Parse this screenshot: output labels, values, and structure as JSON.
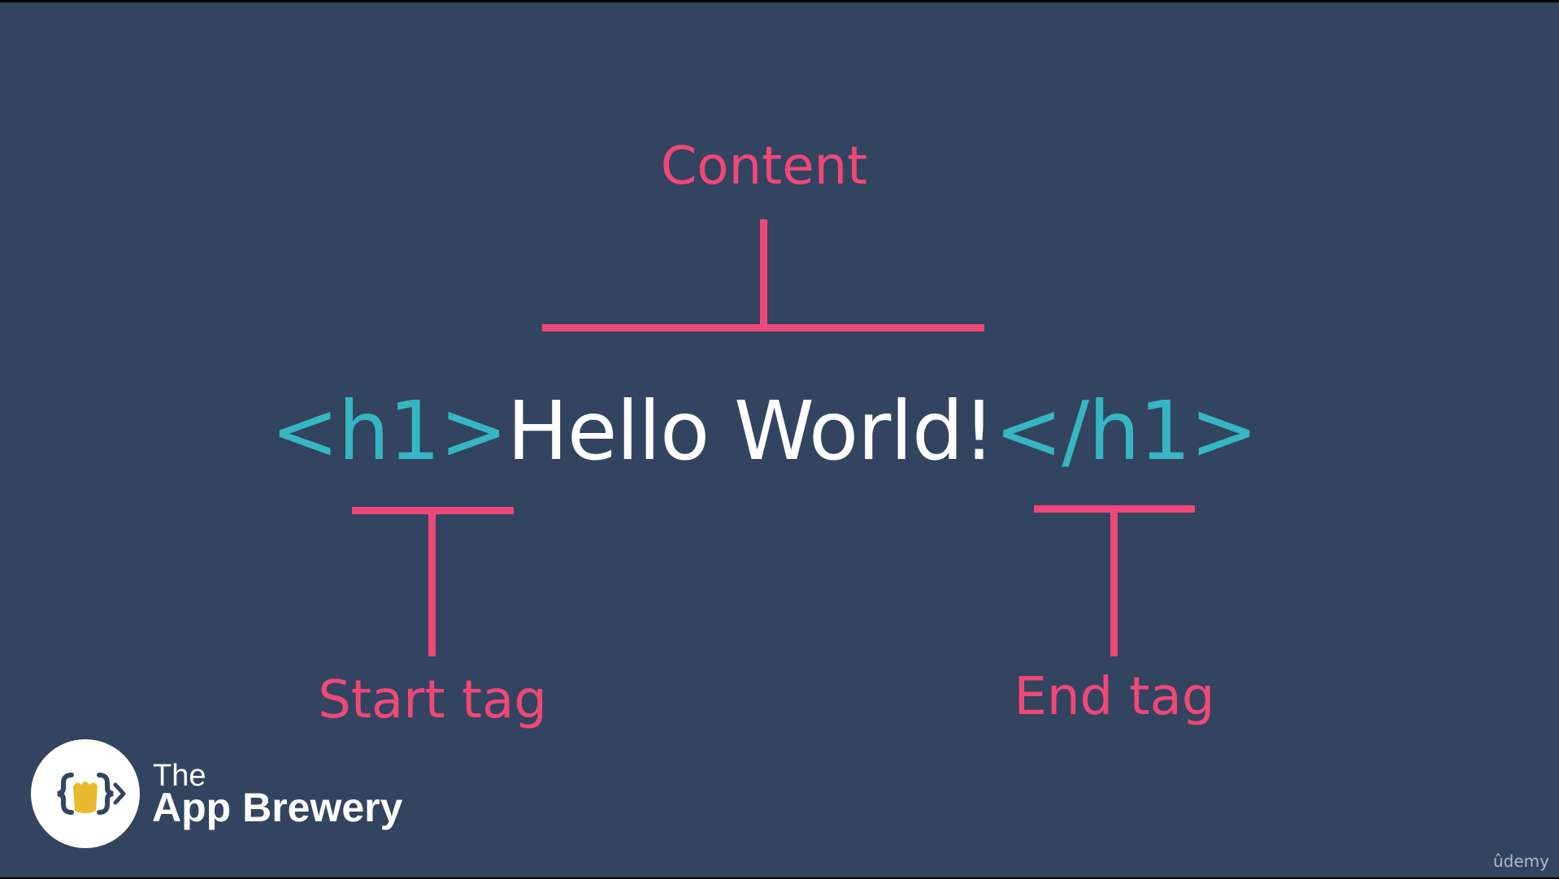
{
  "labels": {
    "content": "Content",
    "start_tag": "Start tag",
    "end_tag": "End tag"
  },
  "code": {
    "open_tag": "<h1>",
    "text": "Hello World!",
    "close_tag": "</h1>"
  },
  "brand": {
    "the": "The",
    "name": "App Brewery"
  },
  "watermark": "ûdemy",
  "colors": {
    "background": "#32445f",
    "label": "#ef4878",
    "tag": "#36b6c3",
    "text": "#ffffff"
  }
}
